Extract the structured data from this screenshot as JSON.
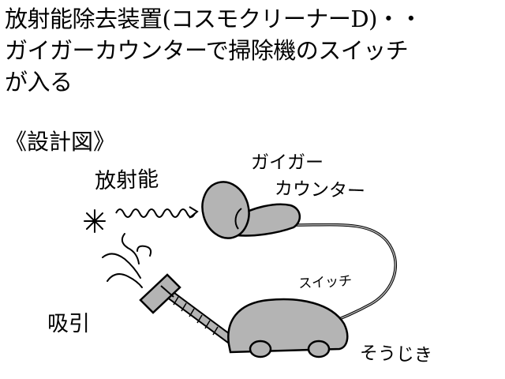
{
  "heading": {
    "line1": "放射能除去装置(コスモクリーナーD)・・",
    "line2": "ガイガーカウンターで掃除機のスイッチ",
    "line3": "が入る"
  },
  "labels": {
    "blueprint": "《設計図》",
    "radiation": "放射能",
    "geiger_line1": "ガイガー",
    "geiger_line2": "カウンター",
    "switch": "スイッチ",
    "suction": "吸引",
    "vacuum": "そうじき"
  },
  "colors": {
    "ink": "#000000",
    "fill": "#b4b4b4",
    "background": "#ffffff"
  }
}
